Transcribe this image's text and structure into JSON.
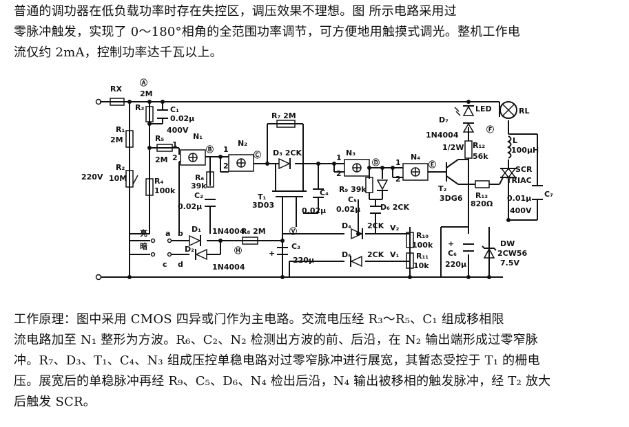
{
  "intro": {
    "line1": "普通的调功器在低负载功率时存在失控区，调压效果不理想。图        所示电路采用过",
    "line2": "零脉冲触发，实现了 0～180°相角的全范围功率调节，可方便地用触摸式调光。整机工作电",
    "line3": "流仅约 2mA，控制功率达千瓦以上。"
  },
  "principle": {
    "line1": "工作原理：图中采用 CMOS 四异或门作为主电路。交流电压经 R₃～R₅、C₁ 组成移相限",
    "line2": "流电路加至 N₁ 整形为方波。R₆、C₂、N₂ 检测出方波的前、后沿，在 N₂ 输出端形成过零窄脉",
    "line3": "冲。R₇、D₃、T₁、C₄、N₃ 组成压控单稳电路对过零窄脉冲进行展宽，其暂态受控于 T₁ 的栅电",
    "line4": "压。展宽后的单稳脉冲再经 R₉、C₅、D₆、N₄ 检出后沿，N₄ 输出被移相的触发脉冲，经 T₂ 放大",
    "line5": "后触发 SCR。"
  },
  "circuit": {
    "rx": "RX",
    "node_a": "Ⓐ",
    "r3_val": "2M",
    "r3": "R₃",
    "c1": "C₁",
    "c1_val": "0.02μ",
    "c1_volt": "400V",
    "r1": "R₁",
    "r1_val": "2M",
    "r2": "R₂",
    "r2_val": "10M",
    "ac": "220V",
    "r5": "R₅",
    "r5_val": "2M",
    "r4": "R₄",
    "r4_val": "100k",
    "n1": "N₁",
    "node_b": "Ⓑ",
    "r6": "R₆",
    "r6_val": "39k",
    "c2": "C₂",
    "c2_val": "0.02μ",
    "n2": "N₂",
    "node_c": "Ⓒ",
    "r7": "R₇ 2M",
    "d3": "D₃ 2CK",
    "t1": "T₁",
    "t1_type": "3D03",
    "c4": "C₄",
    "c4_val": "0.02μ",
    "n3": "N₃",
    "r9": "R₉ 39k",
    "c5": "C₅",
    "c5_val": "0.02μ",
    "node_d": "Ⓓ",
    "d6": "D₆ 2CK",
    "n4": "N₄",
    "node_e": "Ⓔ",
    "t2": "T₂",
    "t2_type": "3DG6",
    "r13": "R₁₃",
    "r13_val": "820Ω",
    "d7": "D₇",
    "d7_type": "1N4004",
    "led": "LED",
    "r12": "R₁₂",
    "r12_val": "56k",
    "r12_pw": "1/2W",
    "rl": "RL",
    "node_f": "Ⓕ",
    "l": "L",
    "l_val": "100μH",
    "scr": "SCR",
    "triac": "TRIAC",
    "c7": "C₇",
    "c7_val": "0.01μ",
    "c7_volt": "400V",
    "bright": "亮",
    "dim": "暗",
    "a": "a",
    "b": "b",
    "c": "c",
    "d": "d",
    "d1": "D₁",
    "d1_type": "1N4004",
    "d2": "D₂",
    "d2_type": "1N4004",
    "r8": "R₈ 2M",
    "node_v": "Ⓥ",
    "node_h": "Ⓗ",
    "c3": "C₃",
    "c3_val": "220μ",
    "d4": "D₄",
    "d4_type": "2CK",
    "d5": "D₅",
    "d5_type": "2CK",
    "v2": "V₂",
    "v1": "V₁",
    "r10": "R₁₀",
    "r10_val": "100k",
    "r11": "R₁₁",
    "r11_val": "10k",
    "c6": "C₆",
    "c6_val": "220μ",
    "dw": "DW",
    "dw_type": "2CW56",
    "dw_volt": "7.5V",
    "gate_in1": "1",
    "gate_in2": "2"
  }
}
